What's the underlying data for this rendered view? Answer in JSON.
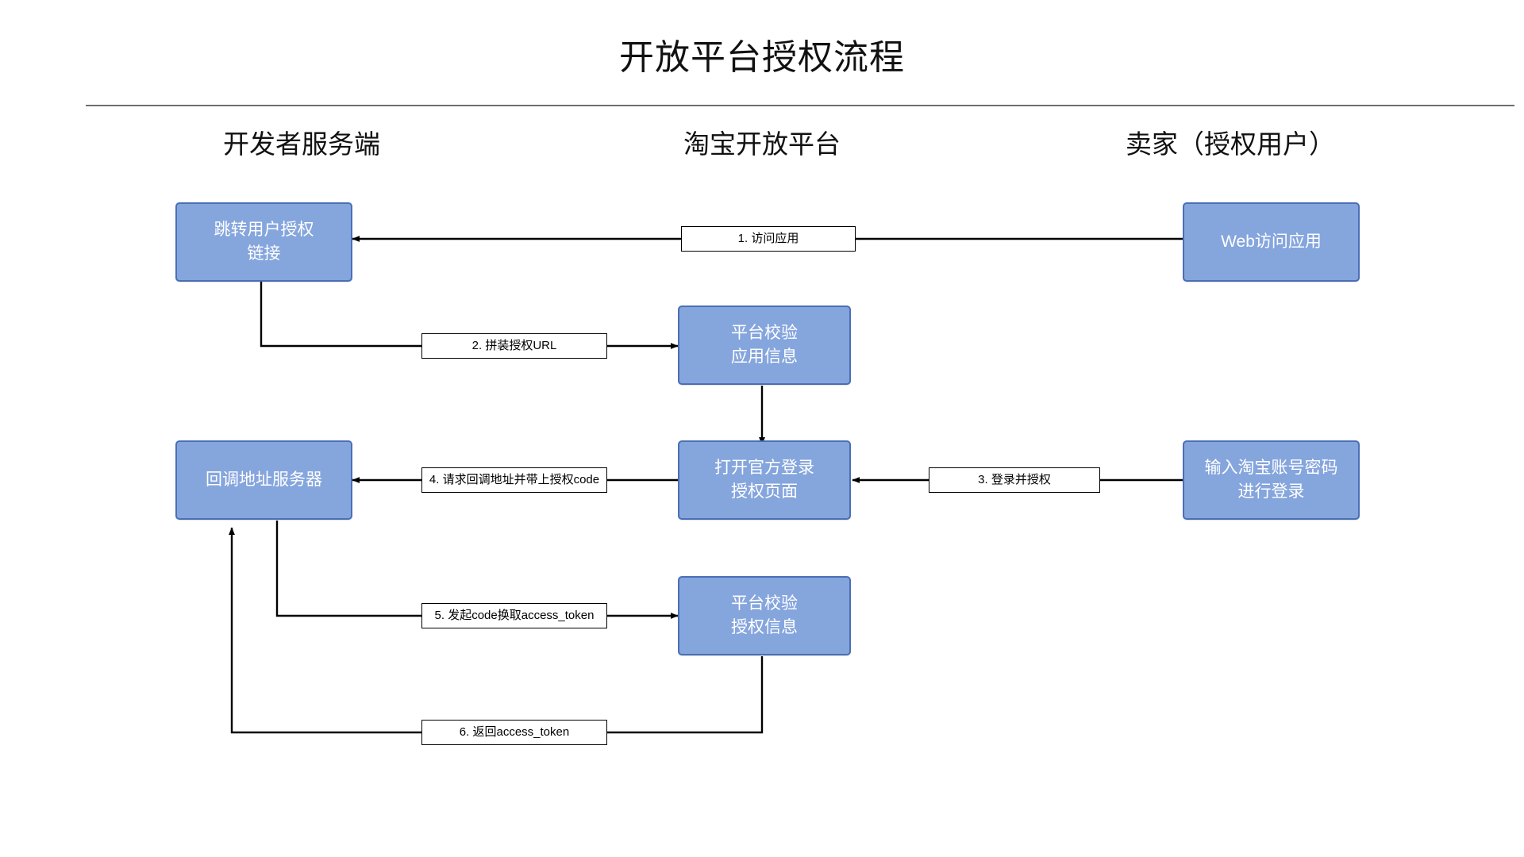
{
  "title": "开放平台授权流程",
  "lanes": [
    {
      "id": "developer-server",
      "label": "开发者服务端"
    },
    {
      "id": "taobao-open-platform",
      "label": "淘宝开放平台"
    },
    {
      "id": "seller-authorized-user",
      "label": "卖家（授权用户）"
    }
  ],
  "colors": {
    "node_fill": "#85a5dd",
    "node_border": "#4a6fb5",
    "node_text": "#ffffff",
    "line": "#000000",
    "rule": "#6e6e6e",
    "background": "#ffffff"
  },
  "nodes": [
    {
      "id": "jump-auth-link",
      "lane": "developer-server",
      "label": "跳转用户授权\n链接"
    },
    {
      "id": "web-access-app",
      "lane": "seller-authorized-user",
      "label": "Web访问应用"
    },
    {
      "id": "verify-app-info",
      "lane": "taobao-open-platform",
      "label": "平台校验\n应用信息"
    },
    {
      "id": "callback-server",
      "lane": "developer-server",
      "label": "回调地址服务器"
    },
    {
      "id": "open-login-page",
      "lane": "taobao-open-platform",
      "label": "打开官方登录\n授权页面"
    },
    {
      "id": "input-account",
      "lane": "seller-authorized-user",
      "label": "输入淘宝账号密码\n进行登录"
    },
    {
      "id": "verify-auth-info",
      "lane": "taobao-open-platform",
      "label": "平台校验\n授权信息"
    }
  ],
  "edges": [
    {
      "id": "edge-1",
      "step": 1,
      "label": "1. 访问应用",
      "from": "web-access-app",
      "to": "jump-auth-link"
    },
    {
      "id": "edge-2",
      "step": 2,
      "label": "2. 拼装授权URL",
      "from": "jump-auth-link",
      "to": "verify-app-info"
    },
    {
      "id": "edge-3",
      "step": 3,
      "label": "3. 登录并授权",
      "from": "input-account",
      "to": "open-login-page"
    },
    {
      "id": "edge-4",
      "step": 4,
      "label": "4. 请求回调地址并带上授权code",
      "from": "open-login-page",
      "to": "callback-server"
    },
    {
      "id": "edge-5",
      "step": 5,
      "label": "5. 发起code换取access_token",
      "from": "callback-server",
      "to": "verify-auth-info"
    },
    {
      "id": "edge-6",
      "step": 6,
      "label": "6. 返回access_token",
      "from": "verify-auth-info",
      "to": "callback-server"
    }
  ]
}
